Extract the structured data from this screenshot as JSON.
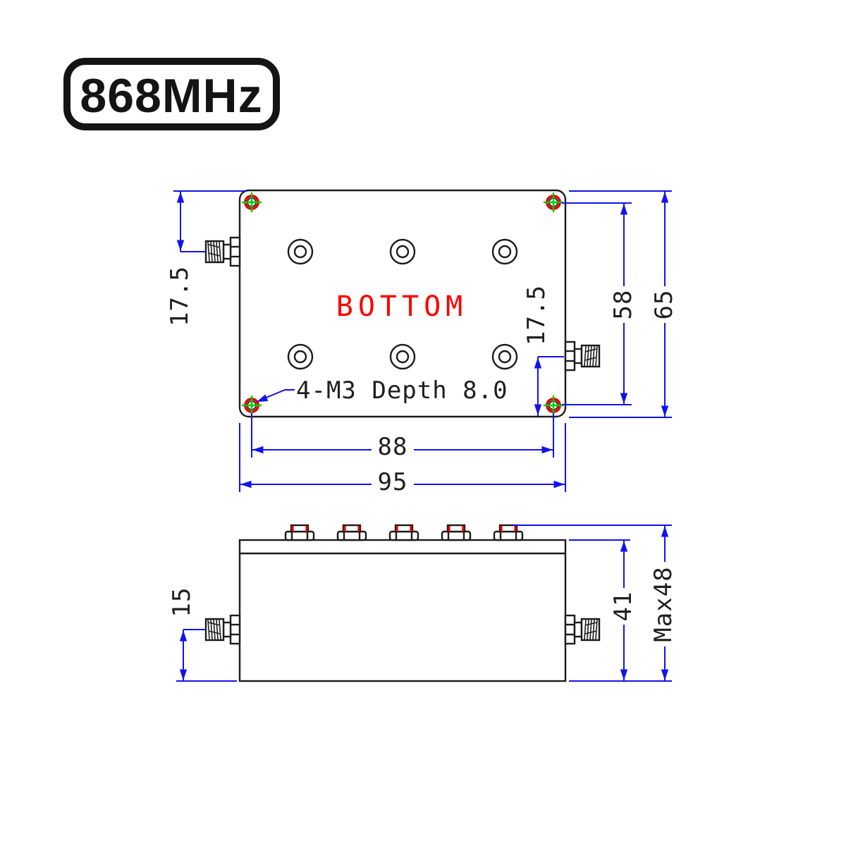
{
  "badge": {
    "label": "868MHz"
  },
  "top_view": {
    "face_label": "BOTTOM",
    "hole_note": "4-M3 Depth 8.0",
    "dims": {
      "port_offset_left": "17.5",
      "port_offset_right": "17.5",
      "mount_hole_span_vertical": "58",
      "body_height": "65",
      "mount_hole_span_horizontal": "88",
      "body_width": "95"
    }
  },
  "side_view": {
    "dims": {
      "port_centerline_height": "15",
      "body_height": "41",
      "overall_max_height": "Max48"
    }
  },
  "colors": {
    "dimension_line_blue": "#1212ee",
    "face_label_red": "#fb0200",
    "hole_cross_green": "#00cc00",
    "outline_black": "#1b1b1b"
  }
}
